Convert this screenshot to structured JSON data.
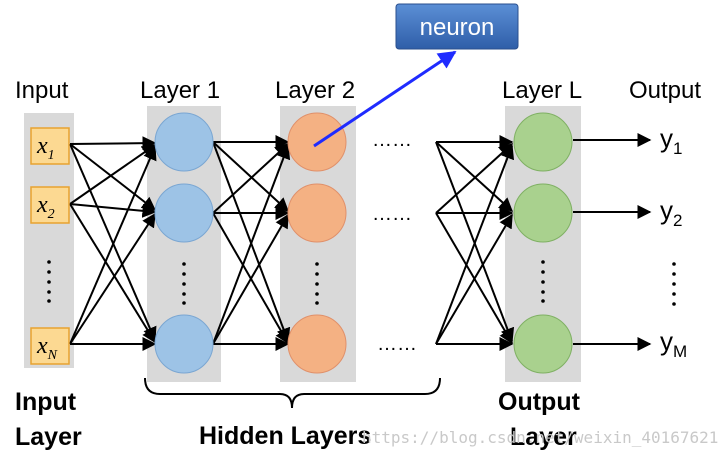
{
  "headers": {
    "input": "Input",
    "layer1": "Layer 1",
    "layer2": "Layer 2",
    "layerL": "Layer L",
    "output": "Output"
  },
  "neuron_label": "neuron",
  "inputs": {
    "x1_base": "x",
    "x1_sub": "1",
    "x2_base": "x",
    "x2_sub": "2",
    "xn_base": "x",
    "xn_sub": "N"
  },
  "outputs": {
    "y1_base": "y",
    "y1_sub": "1",
    "y2_base": "y",
    "y2_sub": "2",
    "ym_base": "y",
    "ym_sub": "M"
  },
  "ellipsis_h": "……",
  "bottom_labels": {
    "input_line1": "Input",
    "input_line2": "Layer",
    "hidden": "Hidden Layers",
    "output_line1": "Output",
    "output_line2": "Layer"
  },
  "watermark": "https://blog.csdn.net/weixin_40167621",
  "colors": {
    "panel": "#d9d9d9",
    "input_box": "#fcd992",
    "input_box_border": "#e8a230",
    "layer1_node": "#9dc3e6",
    "layer2_node": "#f4b183",
    "layerL_node": "#a9d18e",
    "neuron_callout": "#4472c4",
    "callout_arrow": "#1f2bff"
  }
}
